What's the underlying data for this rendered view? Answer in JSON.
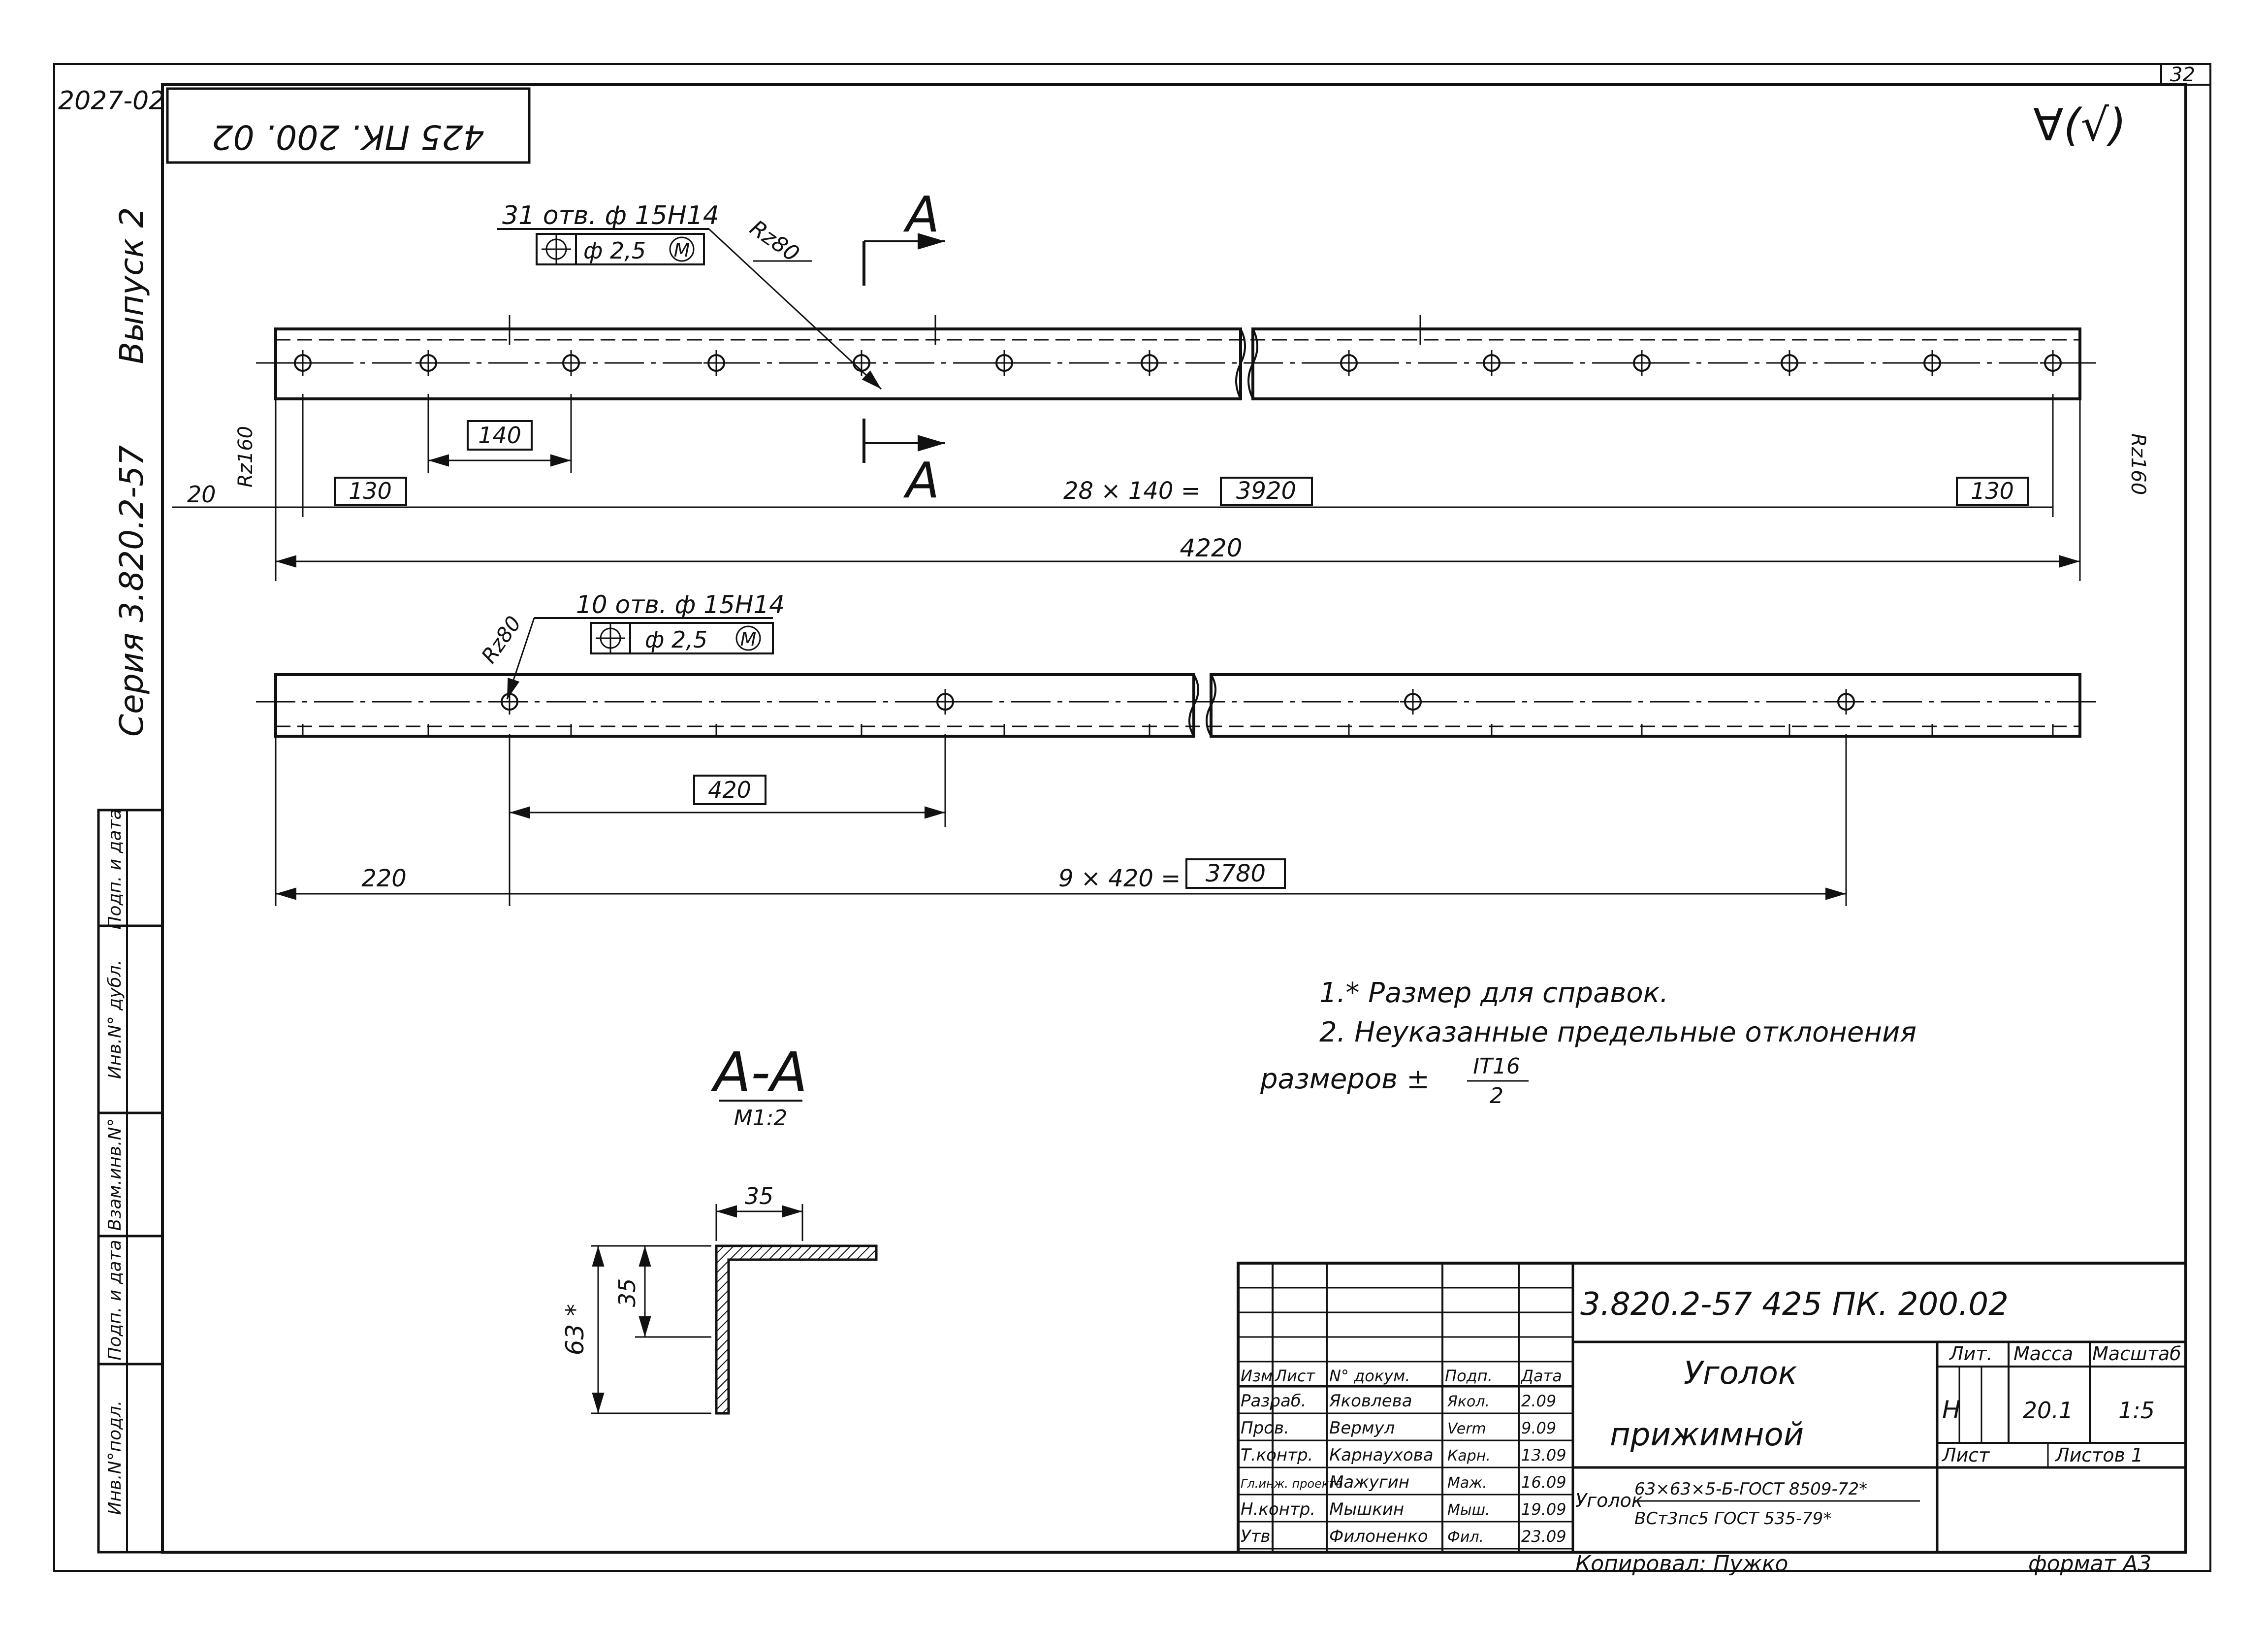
{
  "corner": {
    "archive_no": "2027-02",
    "sheet_no": "32",
    "code_rotated": "425 ПК. 200. 02"
  },
  "left_margin": {
    "series": "Серия 3.820.2-57",
    "issue": "Выпуск 2"
  },
  "roughness": {
    "general": "∀(√)",
    "top": "Rz80",
    "left": "Rz160",
    "right": "Rz160",
    "mid": "Rz80"
  },
  "view1": {
    "callout": "31 отв. ф 15Н14",
    "tolerance": "ф 2,5",
    "modifier": "M",
    "dims": {
      "pitch": "140",
      "edge_left": "20",
      "end_left": "130",
      "end_right": "130",
      "chain": "28 × 140 =",
      "chain_value": "3920",
      "overall": "4220"
    },
    "section_letter": "A"
  },
  "view2": {
    "callout": "10 отв. ф 15Н14",
    "tolerance": "ф 2,5",
    "modifier": "M",
    "dims": {
      "pitch": "420",
      "edge": "220",
      "chain": "9 × 420 =",
      "chain_value": "3780"
    }
  },
  "section": {
    "title": "А-А",
    "scale": "М1:2",
    "width": "35",
    "height_inner": "35",
    "height_total": "63 *"
  },
  "notes": [
    "1.* Размер для справок.",
    "2. Неуказанные предельные отклонения",
    "размеров ±",
    "IT16",
    "2"
  ],
  "stamp": {
    "designation": "3.820.2-57    425 ПК. 200.02",
    "title_line1": "Уголок",
    "title_line2": "прижимной",
    "headers": [
      "Изм",
      "Лист",
      "N° докум.",
      "Подп.",
      "Дата"
    ],
    "staff": [
      {
        "role": "Разраб.",
        "name": "Яковлева",
        "sign": "Якол.",
        "date": "2.09"
      },
      {
        "role": "Пров.",
        "name": "Вермул",
        "sign": "Verm",
        "date": "9.09"
      },
      {
        "role": "Т.контр.",
        "name": "Карнаухова",
        "sign": "Карн.",
        "date": "13.09"
      },
      {
        "role": "Гл.инж. проекта",
        "name": "Мажугин",
        "sign": "Маж.",
        "date": "16.09"
      },
      {
        "role": "Н.контр.",
        "name": "Мышкин",
        "sign": "Мыш.",
        "date": "19.09"
      },
      {
        "role": "Утв.",
        "name": "Филоненко",
        "sign": "Фил.",
        "date": "23.09"
      }
    ],
    "material_prefix": "Уголок",
    "material_top": "63×63×5-Б-ГОСТ 8509-72*",
    "material_bottom": "ВСт3пс5 ГОСТ 535-79*",
    "lit_label": "Лит.",
    "mass_label": "Масса",
    "scale_label": "Масштаб",
    "lit": "Н",
    "mass": "20.1",
    "scale": "1:5",
    "sheet_label": "Лист",
    "sheets_label": "Листов 1"
  },
  "footer": {
    "copied": "Копировал:  Пужко",
    "format": "формат А3"
  },
  "left_stamp_cols": [
    "Инв.N°подл.",
    "Подп. и дата",
    "Взам.инв.N°",
    "Инв.N° дубл.",
    "Подп. и дата"
  ]
}
